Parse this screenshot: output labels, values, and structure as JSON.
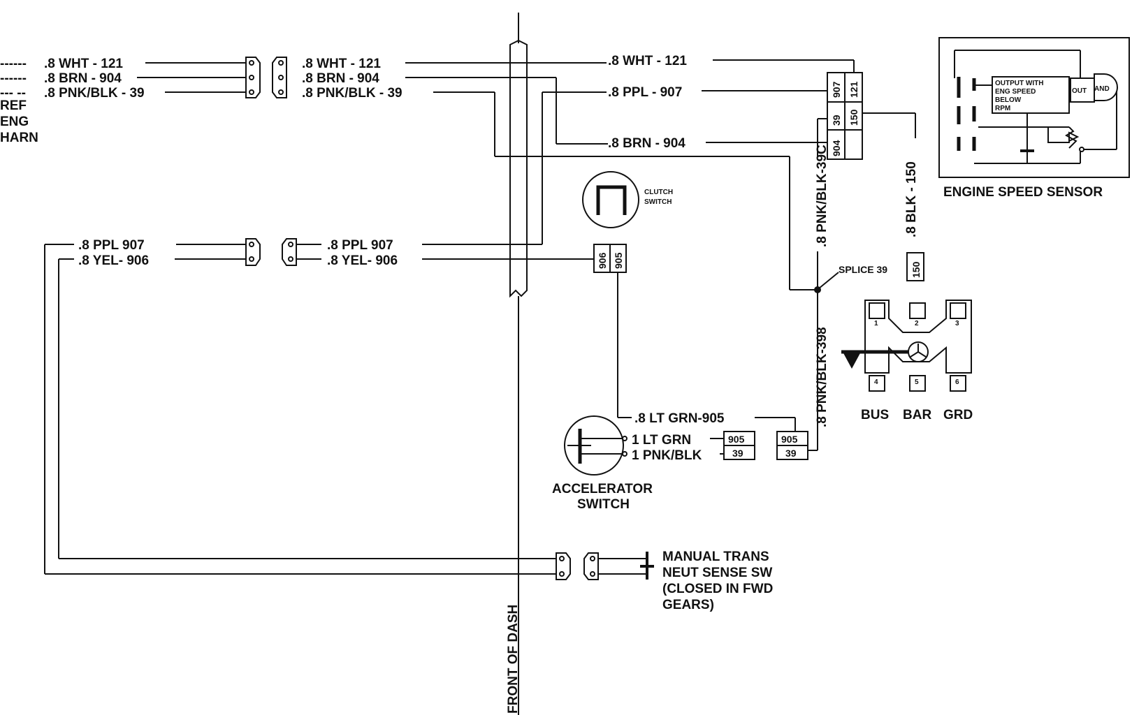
{
  "wires": {
    "ref_wht": ".8  WHT - 121",
    "ref_brn": ".8  BRN - 904",
    "ref_pnk": ".8  PNK/BLK - 39",
    "ref_dash1": "------",
    "ref_dash2": "------",
    "ref_dash3": "---  --",
    "mid_wht": ".8  WHT - 121",
    "mid_brn": ".8  BRN - 904",
    "mid_pnk": ".8  PNK/BLK - 39",
    "r_wht": ".8  WHT - 121",
    "r_ppl": ".8  PPL - 907",
    "r_brn": ".8  BRN - 904",
    "l_ppl": ".8  PPL  907",
    "l_yel": ".8  YEL- 906",
    "m_ppl": ".8  PPL  907",
    "m_yel": ".8  YEL- 906",
    "pnk39c": ".8  PNK/BLK-39C",
    "pnk398": ".8  PNK/BLK-398",
    "blk150": ".8  BLK - 150",
    "ltgrn905": ".8  LT  GRN-905",
    "ltgrn1": "1  LT GRN",
    "pnkblk1": "1  PNK/BLK"
  },
  "ref_harness": [
    "REF",
    "ENG",
    "HARN"
  ],
  "connectors": {
    "c1": [
      "907",
      "121",
      "39",
      "150",
      "904"
    ],
    "c2": [
      "906",
      "905"
    ],
    "c3": [
      "905",
      "39"
    ],
    "c4": [
      "905",
      "39"
    ],
    "c5": "150"
  },
  "components": {
    "clutch": [
      "CLUTCH",
      "SWITCH"
    ],
    "splice": "SPLICE  39",
    "accelerator": [
      "ACCELERATOR",
      "SWITCH"
    ],
    "manual_trans": [
      "MANUAL  TRANS",
      "NEUT SENSE SW",
      "(CLOSED IN FWD",
      "GEARS)"
    ],
    "front_dash": "FRONT OF DASH",
    "ess_title": "ENGINE SPEED SENSOR",
    "ess_output": [
      "OUTPUT  WITH",
      "ENG SPEED",
      "BELOW",
      "RPM"
    ],
    "ess_out": "OUT",
    "ess_and": "AND",
    "relay_pins": [
      "1",
      "2",
      "3",
      "4",
      "5",
      "6"
    ],
    "bus_bar": [
      "BUS",
      "BAR",
      "GRD"
    ]
  }
}
